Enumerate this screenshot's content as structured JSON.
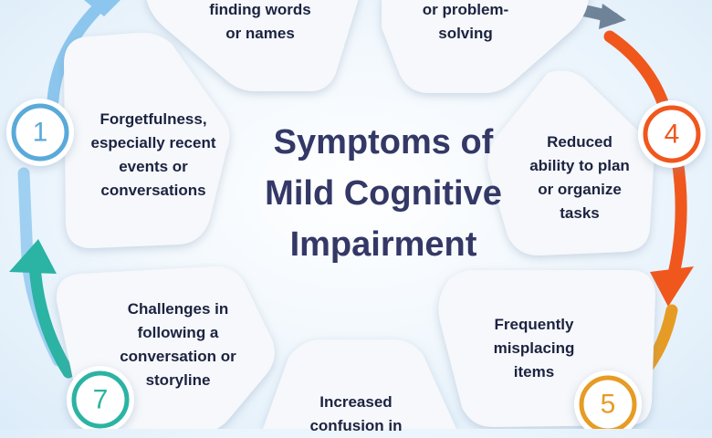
{
  "title": "Symptoms of\nMild Cognitive\nImpairment",
  "colors": {
    "title": "#343866",
    "text": "#1c2340",
    "step1": "#5aaad9",
    "step4": "#f0571d",
    "step5": "#e69c24",
    "step7": "#2bb3a3",
    "arrow_top_right": "#6f8398"
  },
  "symptoms": [
    {
      "number": "",
      "text": "finding words\nor names"
    },
    {
      "number": "",
      "text": "or problem-\nsolving"
    },
    {
      "number": "1",
      "text": "Forgetfulness,\nespecially recent\nevents or\nconversations"
    },
    {
      "number": "4",
      "text": "Reduced\nability to plan\nor organize\ntasks"
    },
    {
      "number": "7",
      "text": "Challenges in\nfollowing a\nconversation or\nstoryline"
    },
    {
      "number": "5",
      "text": "Frequently\nmisplacing\nitems"
    },
    {
      "number": "",
      "text": "Increased\nconfusion in"
    }
  ]
}
